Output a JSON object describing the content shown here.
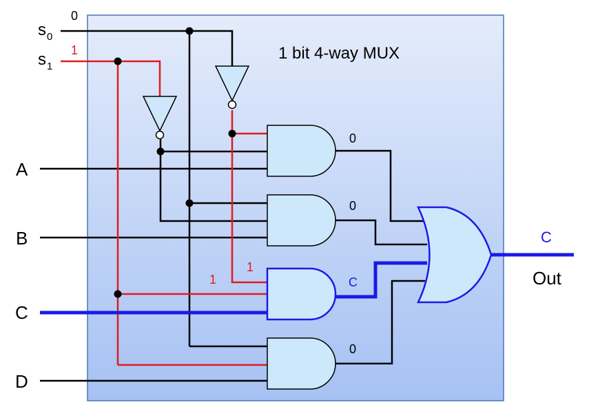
{
  "title": "1 bit 4-way MUX",
  "select": {
    "s0": {
      "base": "s",
      "sub": "0",
      "value": "0"
    },
    "s1": {
      "base": "s",
      "sub": "1",
      "value": "1"
    }
  },
  "inputs": [
    "A",
    "B",
    "C",
    "D"
  ],
  "gate_outputs": [
    "0",
    "0",
    "C",
    "0"
  ],
  "gate3_inputs": {
    "not_s1_line": "1",
    "s1_line": "1"
  },
  "output": {
    "value": "C",
    "label": "Out"
  },
  "colors": {
    "box_top": "#e4ecfb",
    "box_bottom": "#a6c1f3",
    "box_border": "#4a73b5",
    "gate_fill": "#cde8fa",
    "active": "#1a1ae6",
    "high": "#e01b1b",
    "wire": "#000000"
  }
}
